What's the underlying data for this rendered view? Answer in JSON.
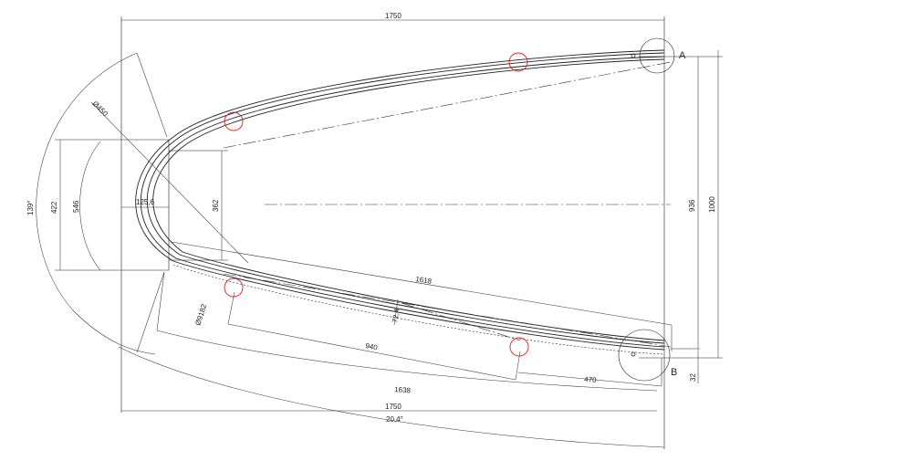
{
  "labels": {
    "point_a": "A",
    "point_b": "B"
  },
  "dimensions": {
    "top_width": "1750",
    "bottom_width": "1750",
    "diameter_450": "Ø450",
    "angle_139": "139°",
    "height_422": "422",
    "arc_546": "546",
    "offset_125": "125,6",
    "height_362": "362",
    "len_1618": "1618",
    "diameter_9182": "Ø9182",
    "depth_72": "72,4",
    "len_940": "940",
    "len_470": "470",
    "arc_1638": "1638",
    "angle_20": "20,4°",
    "height_936": "936",
    "height_1000": "1000",
    "offset_32": "32"
  },
  "colors": {
    "line": "#222222",
    "marker": "#e0201c"
  }
}
